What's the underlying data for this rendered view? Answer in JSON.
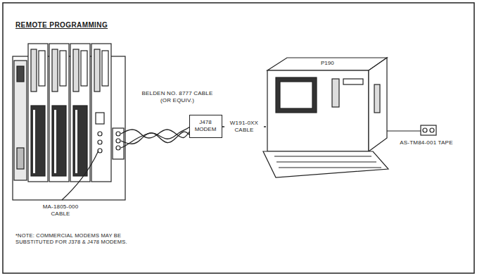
{
  "diagram": {
    "title": "REMOTE PROGRAMMING",
    "nodes": [
      {
        "text": [
          "J478 MODEM"
        ]
      },
      {
        "text": [
          "P190"
        ]
      }
    ],
    "edges": [
      {
        "from": 0,
        "to": 1,
        "arrow": "none",
        "label": "W191-0XX CABLE"
      }
    ],
    "labels": [
      "BELDEN NO. 8777 CABLE (OR EQUIV.)",
      "MA-1805-000 CABLE",
      "AS-TM84-001 TAPE",
      "*NOTE: COMMERCIAL MODEMS MAY BE SUBSTITUTED FOR J378 & J478 MODEMS."
    ]
  }
}
